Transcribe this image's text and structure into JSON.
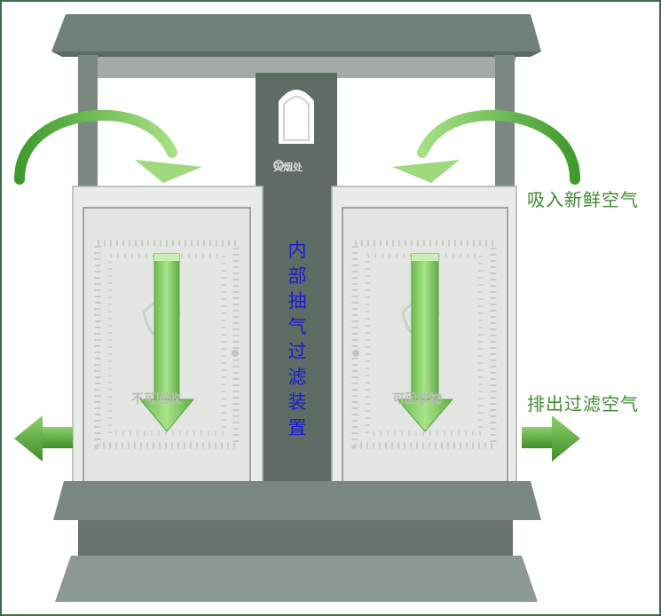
{
  "labels": {
    "intake": "吸入新鲜空气",
    "exhaust": "排出过滤空气",
    "center_chars": [
      "内",
      "部",
      "抽",
      "气",
      "过",
      "滤",
      "装",
      "置"
    ]
  },
  "emblems": {
    "top_sign": "灭烟处",
    "left_door": "不可回收",
    "right_door": "可回收物"
  },
  "colors": {
    "arrow_green": "#8cd16a",
    "arrow_dark": "#3f9a2c",
    "label_green": "#3c8a2e",
    "center_text_blue": "#1b1bd6",
    "bin_body": "#6e7b72",
    "door_panel": "#e6e8e5"
  },
  "icons": {
    "airflow_down_arrow": "down-arrow-icon",
    "airflow_side_arrow": "side-arrow-icon",
    "airflow_curved_arrow": "curved-arrow-icon"
  }
}
